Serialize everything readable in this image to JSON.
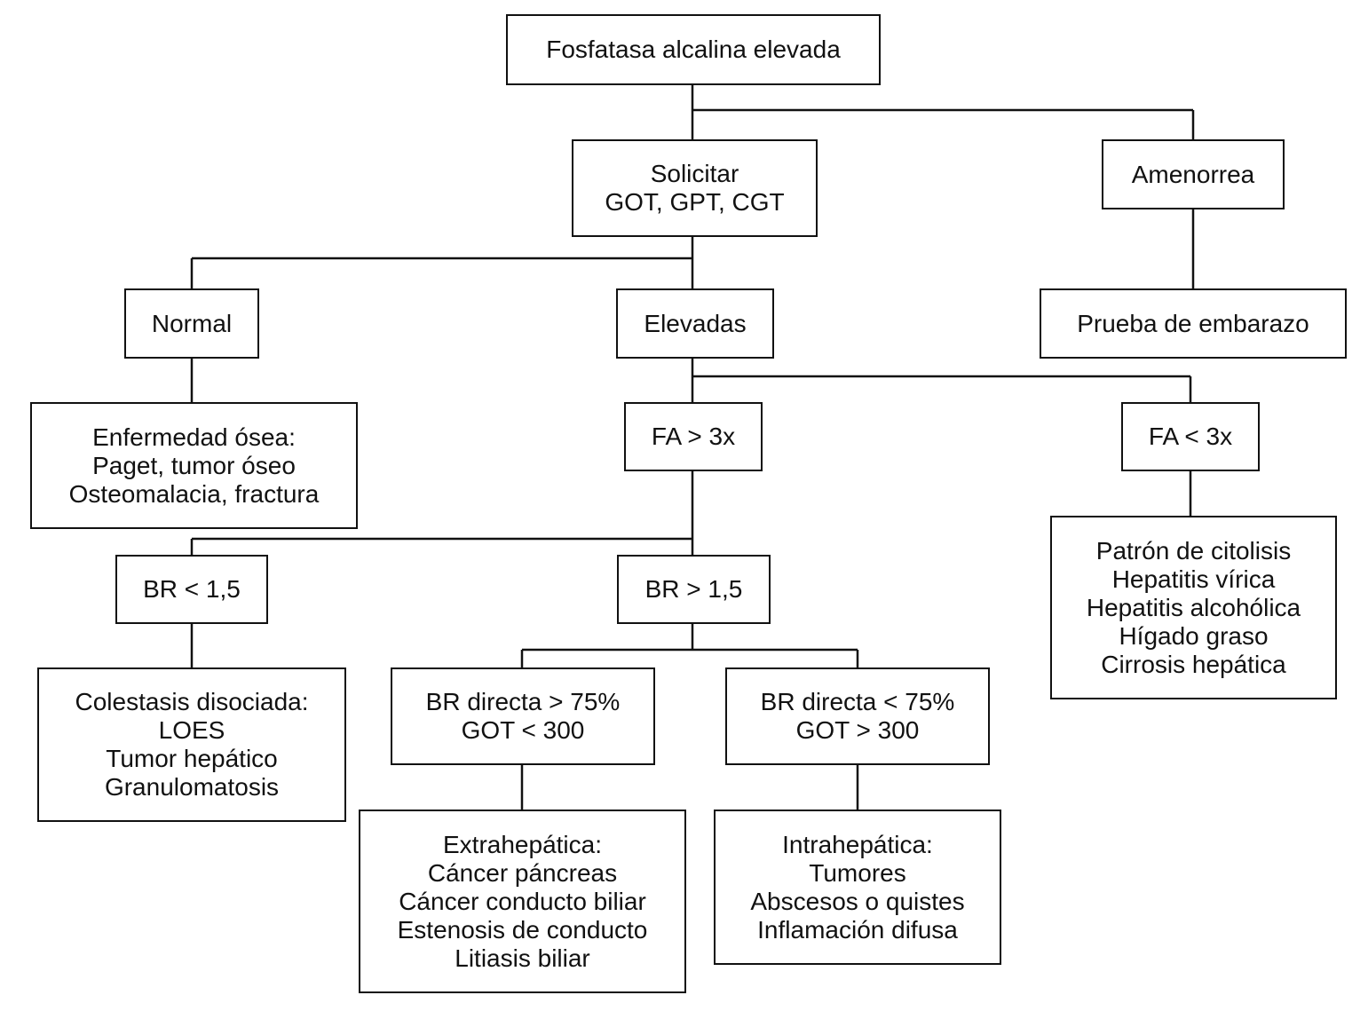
{
  "nodes": {
    "fa_elevada": [
      "Fosfatasa alcalina elevada"
    ],
    "solicitar": [
      "Solicitar",
      "GOT, GPT, CGT"
    ],
    "amenorrea": [
      "Amenorrea"
    ],
    "normal": [
      "Normal"
    ],
    "elevadas": [
      "Elevadas"
    ],
    "embarazo": [
      "Prueba de embarazo"
    ],
    "enf_osea": [
      "Enfermedad ósea:",
      "Paget, tumor óseo",
      "Osteomalacia, fractura"
    ],
    "fa_mayor": [
      "FA > 3x"
    ],
    "fa_menor": [
      "FA < 3x"
    ],
    "citolisis": [
      "Patrón de citolisis",
      "Hepatitis vírica",
      "Hepatitis alcohólica",
      "Hígado graso",
      "Cirrosis hepática"
    ],
    "br_menor": [
      "BR < 1,5"
    ],
    "br_mayor": [
      "BR > 1,5"
    ],
    "colestasis": [
      "Colestasis disociada:",
      "LOES",
      "Tumor hepático",
      "Granulomatosis"
    ],
    "br_directa_mayor": [
      "BR directa > 75%",
      "GOT < 300"
    ],
    "br_directa_menor": [
      "BR directa < 75%",
      "GOT > 300"
    ],
    "extrahepatica": [
      "Extrahepática:",
      "Cáncer páncreas",
      "Cáncer conducto biliar",
      "Estenosis de conducto",
      "Litiasis biliar"
    ],
    "intrahepatica": [
      "Intrahepática:",
      "Tumores",
      "Abscesos o quistes",
      "Inflamación difusa"
    ]
  }
}
